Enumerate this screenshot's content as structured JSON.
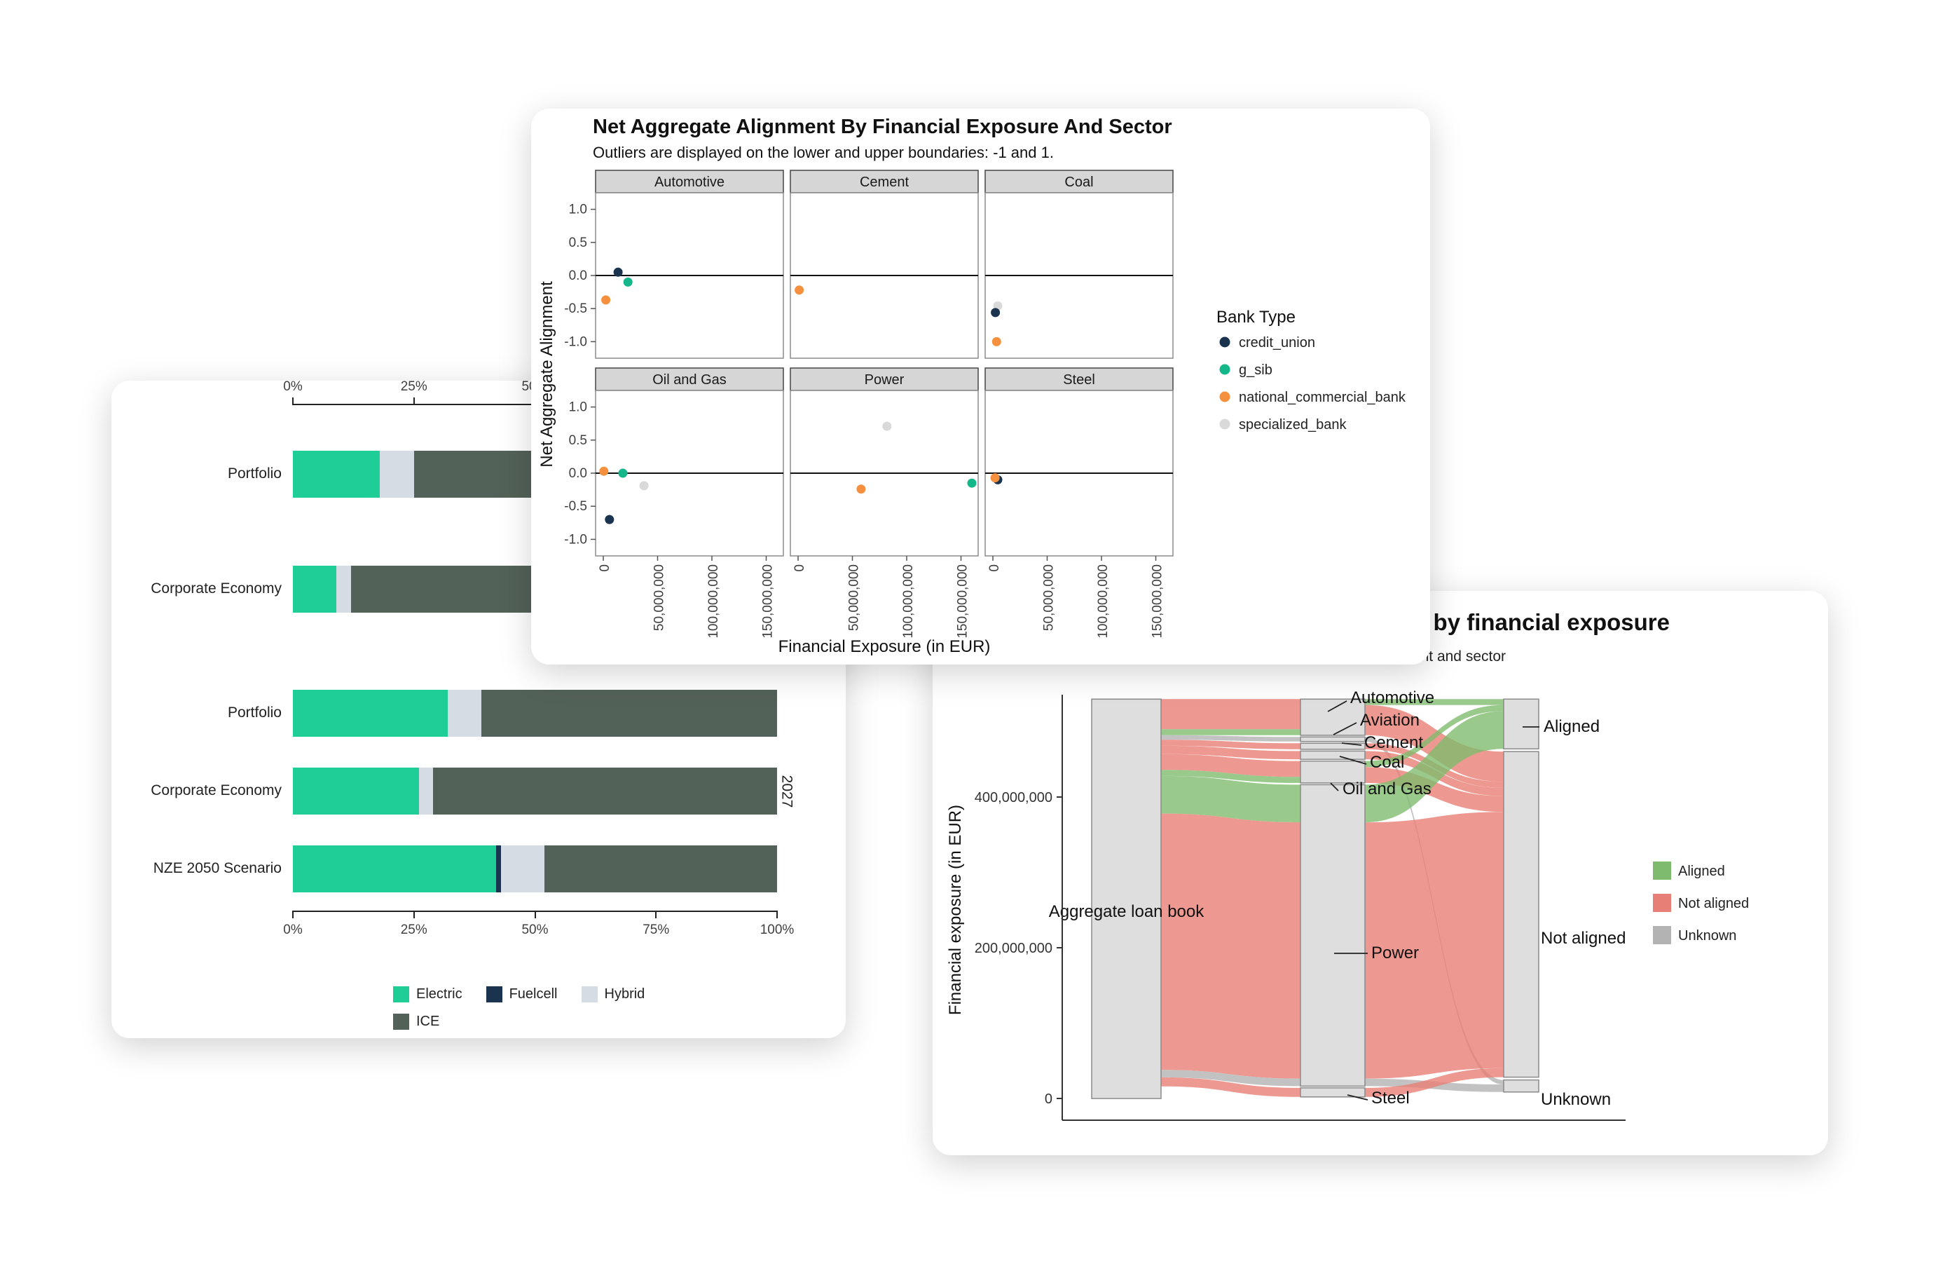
{
  "colors": {
    "electric": "#1FCD97",
    "fuelcell": "#1A3450",
    "hybrid": "#D6DCE4",
    "ice": "#536258",
    "credit_union": "#1A3450",
    "g_sib": "#14B789",
    "national_commercial_bank": "#F5913E",
    "specialized_bank": "#D9D9D9",
    "aligned": "#7FBB6E",
    "not_aligned": "#E87F76",
    "unknown": "#B3B3B3",
    "node_gray": "#DEDEDE",
    "strip_bg": "#D6D6D6",
    "axis": "#222222"
  },
  "chart_data": [
    {
      "type": "scatter",
      "title": "Net Aggregate Alignment By Financial Exposure And Sector",
      "subtitle": "Outliers are displayed on the lower and upper boundaries: -1 and 1.",
      "xlabel": "Financial Exposure (in EUR)",
      "ylabel": "Net Aggregate Alignment",
      "xlim": [
        0,
        160000000
      ],
      "ylim": [
        -1.25,
        1.25
      ],
      "x_ticks": [
        {
          "v": 0,
          "label": "0"
        },
        {
          "v": 50000000,
          "label": "50,000,000"
        },
        {
          "v": 100000000,
          "label": "100,000,000"
        },
        {
          "v": 150000000,
          "label": "150,000,000"
        }
      ],
      "y_ticks": [
        {
          "v": 1.0,
          "label": "1.0"
        },
        {
          "v": 0.5,
          "label": "0.5"
        },
        {
          "v": 0.0,
          "label": "0.0"
        },
        {
          "v": -0.5,
          "label": "-0.5"
        },
        {
          "v": -1.0,
          "label": "-1.0"
        }
      ],
      "legend_title": "Bank Type",
      "legend": [
        {
          "label": "credit_union",
          "color_key": "credit_union"
        },
        {
          "label": "g_sib",
          "color_key": "g_sib"
        },
        {
          "label": "national_commercial_bank",
          "color_key": "national_commercial_bank"
        },
        {
          "label": "specialized_bank",
          "color_key": "specialized_bank"
        }
      ],
      "facets": [
        {
          "label": "Automotive",
          "points": [
            {
              "x": 13600000,
              "y": 0.05,
              "bank": "credit_union"
            },
            {
              "x": 22700000,
              "y": -0.1,
              "bank": "g_sib"
            },
            {
              "x": 2300000,
              "y": -0.37,
              "bank": "national_commercial_bank"
            }
          ]
        },
        {
          "label": "Cement",
          "points": [
            {
              "x": 1000000,
              "y": -0.22,
              "bank": "national_commercial_bank"
            }
          ]
        },
        {
          "label": "Coal",
          "points": [
            {
              "x": 4500000,
              "y": -0.46,
              "bank": "specialized_bank"
            },
            {
              "x": 2300000,
              "y": -0.56,
              "bank": "credit_union"
            },
            {
              "x": 3400000,
              "y": -1.0,
              "bank": "national_commercial_bank"
            }
          ]
        },
        {
          "label": "Oil and Gas",
          "points": [
            {
              "x": 500000,
              "y": 0.03,
              "bank": "national_commercial_bank"
            },
            {
              "x": 18000000,
              "y": 0.0,
              "bank": "g_sib"
            },
            {
              "x": 37500000,
              "y": -0.19,
              "bank": "specialized_bank"
            },
            {
              "x": 5700000,
              "y": -0.7,
              "bank": "credit_union"
            }
          ]
        },
        {
          "label": "Power",
          "points": [
            {
              "x": 81800000,
              "y": 0.71,
              "bank": "specialized_bank"
            },
            {
              "x": 58000000,
              "y": -0.24,
              "bank": "national_commercial_bank"
            },
            {
              "x": 160000000,
              "y": -0.15,
              "bank": "g_sib"
            }
          ]
        },
        {
          "label": "Steel",
          "points": [
            {
              "x": 4500000,
              "y": -0.1,
              "bank": "credit_union"
            },
            {
              "x": 2000000,
              "y": -0.07,
              "bank": "national_commercial_bank"
            }
          ]
        }
      ]
    },
    {
      "type": "bar",
      "stack_keys": [
        "electric",
        "fuelcell",
        "hybrid",
        "ice"
      ],
      "x_ticks": [
        {
          "f": 0,
          "label": "0%"
        },
        {
          "f": 0.25,
          "label": "25%"
        },
        {
          "f": 0.5,
          "label": "50%"
        },
        {
          "f": 0.75,
          "label": "75%"
        },
        {
          "f": 1,
          "label": "100%"
        }
      ],
      "legend": [
        {
          "label": "Electric",
          "color_key": "electric",
          "row": 1
        },
        {
          "label": "Fuelcell",
          "color_key": "fuelcell",
          "row": 1
        },
        {
          "label": "Hybrid",
          "color_key": "hybrid",
          "row": 1
        },
        {
          "label": "ICE",
          "color_key": "ice",
          "row": 2
        }
      ],
      "groups": [
        {
          "year_label": "",
          "rows": [
            {
              "label": "Portfolio",
              "values": [
                18,
                0,
                7,
                75
              ]
            },
            {
              "label": "Corporate Economy",
              "values": [
                9,
                0,
                3,
                88
              ]
            }
          ]
        },
        {
          "year_label": "2027",
          "rows": [
            {
              "label": "Portfolio",
              "values": [
                32,
                0,
                7,
                61
              ]
            },
            {
              "label": "Corporate Economy",
              "values": [
                26,
                0,
                3,
                71
              ]
            },
            {
              "label": "NZE 2050 Scenario",
              "values": [
                42,
                1,
                9,
                48
              ]
            }
          ]
        }
      ]
    },
    {
      "type": "sankey",
      "title": "Net aggregate alignment by financial exposure",
      "subtitle": "by net aggregate alignment and sector",
      "ylabel": "Financial exposure (in EUR)",
      "y_ticks": [
        {
          "v": 0,
          "label": "0"
        },
        {
          "v": 200000000,
          "label": "200,000,000"
        },
        {
          "v": 400000000,
          "label": "400,000,000"
        }
      ],
      "left_node": {
        "id": "loan",
        "label": "Aggregate loan book",
        "total": 530000000
      },
      "middle_nodes": [
        {
          "id": "Automotive",
          "label": "Automotive"
        },
        {
          "id": "Aviation",
          "label": "Aviation"
        },
        {
          "id": "Cement",
          "label": "Cement"
        },
        {
          "id": "Coal",
          "label": "Coal"
        },
        {
          "id": "OilGas",
          "label": "Oil and Gas"
        },
        {
          "id": "Power",
          "label": "Power"
        },
        {
          "id": "Steel",
          "label": "Steel"
        }
      ],
      "right_nodes": [
        {
          "id": "Aligned",
          "label": "Aligned"
        },
        {
          "id": "NotAligned",
          "label": "Not aligned"
        },
        {
          "id": "Unknown",
          "label": "Unknown"
        }
      ],
      "legend": [
        {
          "label": "Aligned",
          "color_key": "aligned"
        },
        {
          "label": "Not aligned",
          "color_key": "not_aligned"
        },
        {
          "label": "Unknown",
          "color_key": "unknown"
        }
      ],
      "flows_left_mid": [
        {
          "target": "Automotive",
          "value": 40000000,
          "color_key": "not_aligned"
        },
        {
          "target": "Automotive",
          "value": 8000000,
          "color_key": "aligned"
        },
        {
          "target": "Aviation",
          "value": 6000000,
          "color_key": "unknown"
        },
        {
          "target": "Cement",
          "value": 8000000,
          "color_key": "not_aligned"
        },
        {
          "target": "Coal",
          "value": 11000000,
          "color_key": "not_aligned"
        },
        {
          "target": "OilGas",
          "value": 21000000,
          "color_key": "not_aligned"
        },
        {
          "target": "OilGas",
          "value": 8000000,
          "color_key": "aligned"
        },
        {
          "target": "Power",
          "value": 50000000,
          "color_key": "aligned"
        },
        {
          "target": "Power",
          "value": 340000000,
          "color_key": "not_aligned"
        },
        {
          "target": "Power",
          "value": 10000000,
          "color_key": "unknown"
        },
        {
          "target": "Steel",
          "value": 12000000,
          "color_key": "not_aligned"
        }
      ],
      "flows_mid_right": [
        {
          "source": "Automotive",
          "target": "Aligned",
          "value": 8000000,
          "color_key": "aligned"
        },
        {
          "source": "Automotive",
          "target": "NotAligned",
          "value": 40000000,
          "color_key": "not_aligned"
        },
        {
          "source": "Aviation",
          "target": "Unknown",
          "value": 6000000,
          "color_key": "unknown"
        },
        {
          "source": "Cement",
          "target": "NotAligned",
          "value": 8000000,
          "color_key": "not_aligned"
        },
        {
          "source": "Coal",
          "target": "NotAligned",
          "value": 11000000,
          "color_key": "not_aligned"
        },
        {
          "source": "OilGas",
          "target": "Aligned",
          "value": 8000000,
          "color_key": "aligned"
        },
        {
          "source": "OilGas",
          "target": "NotAligned",
          "value": 21000000,
          "color_key": "not_aligned"
        },
        {
          "source": "Power",
          "target": "Aligned",
          "value": 50000000,
          "color_key": "aligned"
        },
        {
          "source": "Power",
          "target": "NotAligned",
          "value": 340000000,
          "color_key": "not_aligned"
        },
        {
          "source": "Power",
          "target": "Unknown",
          "value": 10000000,
          "color_key": "unknown"
        },
        {
          "source": "Steel",
          "target": "NotAligned",
          "value": 12000000,
          "color_key": "not_aligned"
        }
      ]
    }
  ]
}
